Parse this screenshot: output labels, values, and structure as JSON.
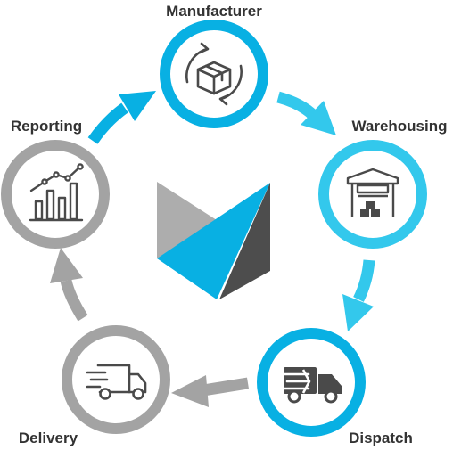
{
  "colors": {
    "blue_dark": "#08b0e3",
    "blue_light": "#33c8ec",
    "gray": "#a3a3a3",
    "icon_dark": "#4a4a4a",
    "logo_light_gray": "#adadad",
    "logo_dark_gray": "#4d4d4d",
    "text": "#333333"
  },
  "nodes": [
    {
      "id": "manufacturer",
      "label": "Manufacturer",
      "icon": "box-cycle-icon",
      "ring_color": "blue_dark"
    },
    {
      "id": "warehousing",
      "label": "Warehousing",
      "icon": "warehouse-icon",
      "ring_color": "blue_light"
    },
    {
      "id": "dispatch",
      "label": "Dispatch",
      "icon": "dispatch-truck-icon",
      "ring_color": "blue_dark"
    },
    {
      "id": "delivery",
      "label": "Delivery",
      "icon": "delivery-truck-icon",
      "ring_color": "gray"
    },
    {
      "id": "reporting",
      "label": "Reporting",
      "icon": "bar-chart-icon",
      "ring_color": "gray"
    }
  ],
  "arrows": [
    {
      "from": "manufacturer",
      "to": "warehousing",
      "color": "blue_light"
    },
    {
      "from": "warehousing",
      "to": "dispatch",
      "color": "blue_light"
    },
    {
      "from": "dispatch",
      "to": "delivery",
      "color": "gray"
    },
    {
      "from": "delivery",
      "to": "reporting",
      "color": "gray"
    },
    {
      "from": "reporting",
      "to": "manufacturer",
      "color": "blue_dark"
    }
  ],
  "center_logo": {
    "icon": "brand-logo-icon"
  }
}
